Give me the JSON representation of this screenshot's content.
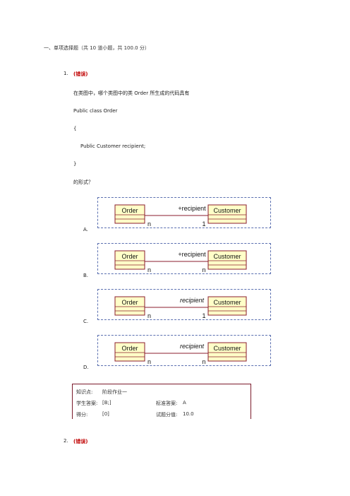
{
  "section": {
    "title": "一、单项选择题（共 10 道小题，共 100.0 分）"
  },
  "question1": {
    "number": "1.",
    "status": "(错误)",
    "stem": "在类图中，哪个类图中的类 Order 所生成的代码具有",
    "code": [
      "Public class Order",
      "{",
      "Public Customer recipient;",
      "}"
    ],
    "suffix": "的形式？",
    "options": [
      {
        "label": "A.",
        "left_class": "Order",
        "right_class": "Customer",
        "role": "+recipient",
        "role_italic": false,
        "left_mult": "n",
        "right_mult": "1"
      },
      {
        "label": "B.",
        "left_class": "Order",
        "right_class": "Customer",
        "role": "+recipient",
        "role_italic": false,
        "left_mult": "n",
        "right_mult": "n"
      },
      {
        "label": "C.",
        "left_class": "Order",
        "right_class": "Customer",
        "role": "recipient",
        "role_italic": true,
        "left_mult": "n",
        "right_mult": "1"
      },
      {
        "label": "D.",
        "left_class": "Order",
        "right_class": "Customer",
        "role": "recipient",
        "role_italic": true,
        "left_mult": "n",
        "right_mult": "n"
      }
    ],
    "info": {
      "knowledge_label": "知识点:",
      "knowledge_value": "阶段作业一",
      "student_answer_label": "学生答案:",
      "student_answer_value": "[B;]",
      "standard_answer_label": "标准答案:",
      "standard_answer_value": "A",
      "score_label": "得分:",
      "score_value": "[0]",
      "question_score_label": "试题分值:",
      "question_score_value": "10.0"
    }
  },
  "question2": {
    "number": "2.",
    "status": "(错误)"
  },
  "colors": {
    "class_fill": "#ffffc8",
    "class_border": "#8b1c2c",
    "assoc_line": "#8b1c2c",
    "frame_dash": "#5a6fb0",
    "status_red": "#c00000"
  }
}
